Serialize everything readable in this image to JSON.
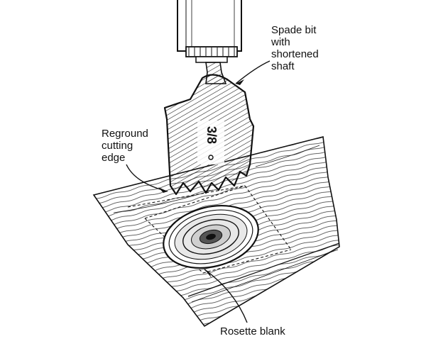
{
  "labels": {
    "spade_bit": "Spade bit\nwith\nshortened\nshaft",
    "cutting_edge": "Reground\ncutting\nedge",
    "rosette_blank": "Rosette blank"
  },
  "bit_marking": "3/8",
  "colors": {
    "ink": "#111111",
    "paper": "#ffffff"
  }
}
